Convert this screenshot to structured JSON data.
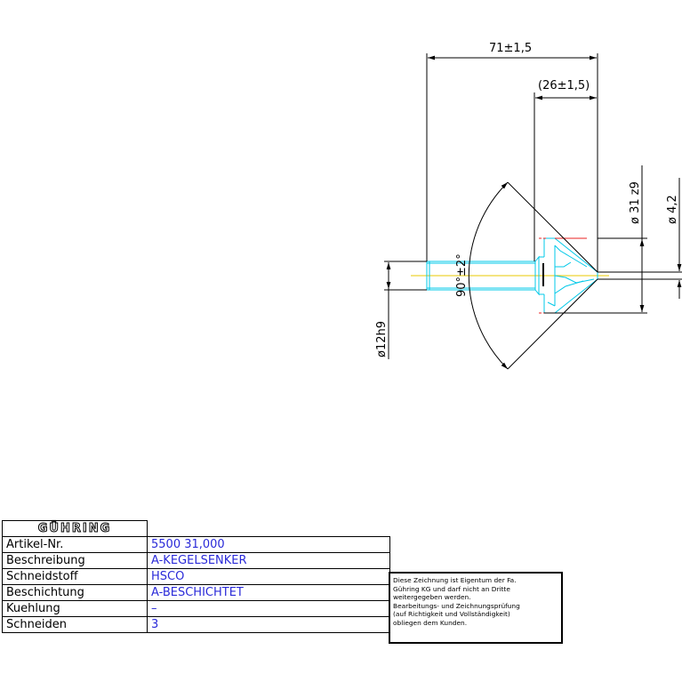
{
  "drawing": {
    "dimensions": {
      "overall_length": "71±1,5",
      "cone_length": "(26±1,5)",
      "major_diameter": "ø 31 z9",
      "hole_diameter": "ø 4,2",
      "shank_diameter": "ø12h9",
      "angle": "90°±2°"
    },
    "colors": {
      "outline": "#00c8e8",
      "centerline": "#e8c800",
      "hidden_line": "#e82020",
      "dimension": "#000000"
    }
  },
  "title_block": {
    "logo_text": "GÜHRING",
    "rows": [
      {
        "label": "Artikel-Nr.",
        "value": "5500 31,000"
      },
      {
        "label": "Beschreibung",
        "value": "A-KEGELSENKER"
      },
      {
        "label": "Schneidstoff",
        "value": "HSCO"
      },
      {
        "label": "Beschichtung",
        "value": "A-BESCHICHTET"
      },
      {
        "label": "Kuehlung",
        "value": "–"
      },
      {
        "label": "Schneiden",
        "value": "3"
      }
    ],
    "value_color": "#2a2ad8"
  },
  "notice": {
    "lines": [
      "Diese Zeichnung ist Eigentum der Fa.",
      "Gühring KG und darf nicht an Dritte",
      "weitergegeben werden.",
      "Bearbeitungs- und Zeichnungsprüfung",
      "(auf Richtigkeit und Vollständigkeit)",
      "obliegen dem Kunden."
    ]
  }
}
